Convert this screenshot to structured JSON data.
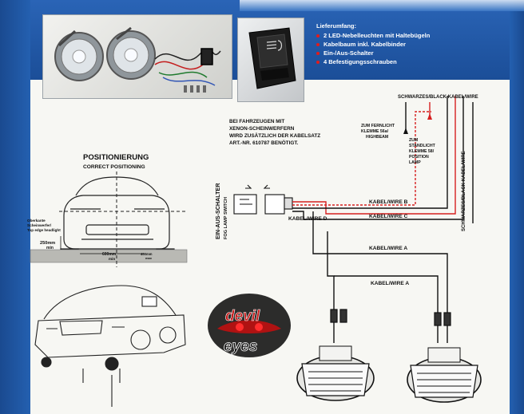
{
  "contents": {
    "heading": "Lieferumfang:",
    "items": [
      "2 LED-Nebelleuchten mit Haltebügeln",
      "Kabelbaum inkl. Kabelbinder",
      "Ein-/Aus-Schalter",
      "4 Befestigungsschrauben"
    ]
  },
  "xenon_note": {
    "line1": "BEI FAHRZEUGEN MIT",
    "line2": "XENON-SCHEINWERFERN",
    "line3": "WIRD ZUSÄTZLICH DER KABELSATZ",
    "line4": "ART.-NR. 610787 BENÖTIGT."
  },
  "positioning": {
    "title_de": "POSITIONIERUNG",
    "title_en": "CORRECT POSITIONING",
    "top_edge_de": "Oberkante",
    "top_edge_de2": "Scheinwerfer/",
    "top_edge_en": "Top edge headlight",
    "ground_clearance": "250mm",
    "ground_clearance_min": "min",
    "spacing": "600mm",
    "spacing_min": "min",
    "edge_distance": "400mm",
    "edge_distance_max": "max"
  },
  "wiring": {
    "black_wire": "SCHWARZES/BLACK KABEL/WIRE",
    "high_beam_de": "ZUM FERNLICHT",
    "high_beam_de2": "KLEMME 56a/",
    "high_beam_en": "HIGHBEAM",
    "position_de": "ZUM",
    "position_de2": "STANDLICHT",
    "position_de3": "KLEMME 58/",
    "position_en": "POSITION",
    "position_en2": "LAMP",
    "wire_b": "KABEL/WIRE B",
    "wire_c": "KABEL/WIRE C",
    "wire_d": "KABEL/WIRE D",
    "wire_a": "KABEL/WIRE A",
    "wire_a2": "KABEL/WIRE A",
    "switch_de": "EIN-AUS-SCHALTER",
    "switch_en": "FOG LAMP SWITCH",
    "black_wire_vertical": "SCHWARZES/BLACK KABEL/WIRE"
  },
  "logo": {
    "word1": "devil",
    "word2": "eyes"
  },
  "colors": {
    "brand_blue": "#1d4f96",
    "wire_red": "#d62020",
    "accent_red": "#e31b1b"
  }
}
